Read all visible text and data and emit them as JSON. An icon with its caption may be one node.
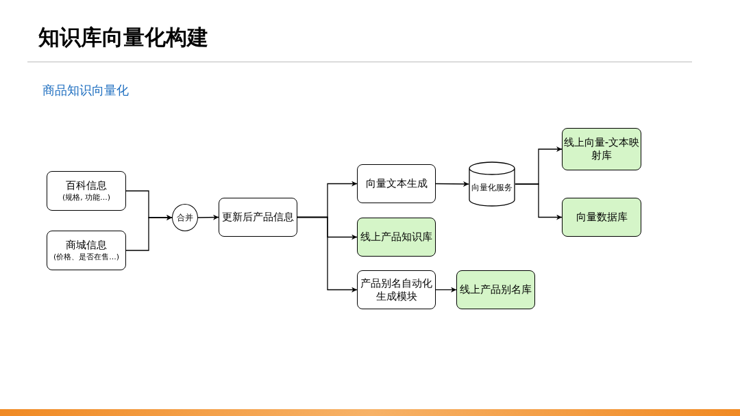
{
  "diagram": {
    "title": "知识库向量化构建",
    "nodes": [
      {
        "text": [
          "百科信息",
          "(规格, 功能...)"
        ]
      },
      {
        "text": [
          "商城信息",
          "(价格、是否在售...)"
        ]
      },
      {
        "text": [
          "合并"
        ]
      },
      {
        "text": [
          "更新后产品信息"
        ]
      },
      {
        "text": [
          "向量文本生成"
        ]
      },
      {
        "text": [
          "线上产品知识库"
        ]
      },
      {
        "text": [
          "产品别名自动化生成模块"
        ]
      },
      {
        "text": [
          "线上产品别名库"
        ]
      },
      {
        "text": [
          "向量化服务"
        ]
      },
      {
        "text": [
          "线上向量-文本映射库"
        ]
      },
      {
        "text": [
          "向量数据库"
        ]
      }
    ],
    "edges": [
      {
        "from": 0,
        "to": 2,
        "arrow": "to"
      },
      {
        "from": 1,
        "to": 2,
        "arrow": "to"
      },
      {
        "from": 2,
        "to": 3,
        "arrow": "to"
      },
      {
        "from": 3,
        "to": 4,
        "arrow": "to"
      },
      {
        "from": 3,
        "to": 5,
        "arrow": "to"
      },
      {
        "from": 3,
        "to": 6,
        "arrow": "to"
      },
      {
        "from": 4,
        "to": 8,
        "arrow": "to"
      },
      {
        "from": 6,
        "to": 7,
        "arrow": "to"
      },
      {
        "from": 8,
        "to": 9,
        "arrow": "to"
      },
      {
        "from": 8,
        "to": 10,
        "arrow": "to"
      }
    ],
    "labels": [
      "商品知识向量化"
    ]
  }
}
